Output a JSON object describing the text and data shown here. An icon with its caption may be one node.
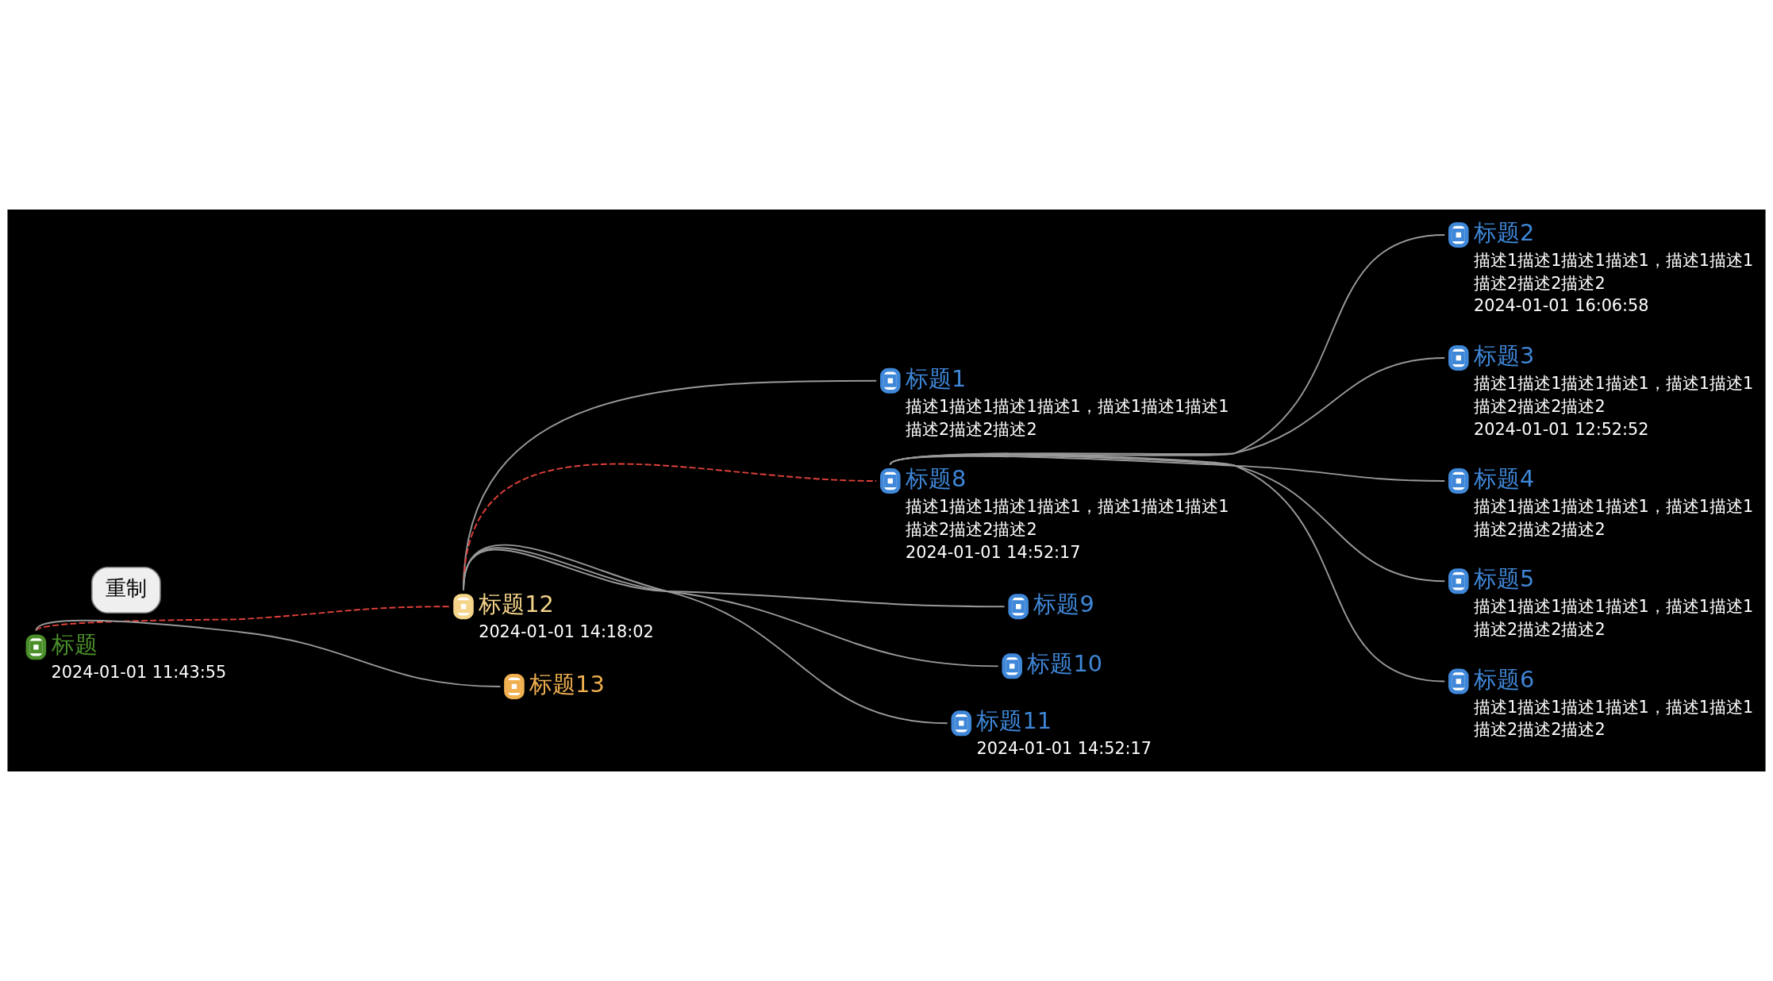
{
  "diagram": {
    "nodes": [
      {
        "text": [
          "标题",
          "2024-01-01 11:43:55"
        ]
      },
      {
        "text": [
          "标题12",
          "2024-01-01 14:18:02"
        ]
      },
      {
        "text": [
          "标题13"
        ]
      },
      {
        "text": [
          "标题1",
          "描述1描述1描述1描述1，描述1描述1描述1",
          "描述2描述2描述2"
        ]
      },
      {
        "text": [
          "标题8",
          "描述1描述1描述1描述1，描述1描述1描述1",
          "描述2描述2描述2",
          "2024-01-01 14:52:17"
        ]
      },
      {
        "text": [
          "标题9"
        ]
      },
      {
        "text": [
          "标题10"
        ]
      },
      {
        "text": [
          "标题11",
          "2024-01-01 14:52:17"
        ]
      },
      {
        "text": [
          "标题2",
          "描述1描述1描述1描述1，描述1描述1",
          "描述2描述2描述2",
          "2024-01-01 16:06:58"
        ]
      },
      {
        "text": [
          "标题3",
          "描述1描述1描述1描述1，描述1描述1",
          "描述2描述2描述2",
          "2024-01-01 12:52:52"
        ]
      },
      {
        "text": [
          "标题4",
          "描述1描述1描述1描述1，描述1描述1",
          "描述2描述2描述2"
        ]
      },
      {
        "text": [
          "标题5",
          "描述1描述1描述1描述1，描述1描述1",
          "描述2描述2描述2"
        ]
      },
      {
        "text": [
          "标题6",
          "描述1描述1描述1描述1，描述1描述1",
          "描述2描述2描述2"
        ]
      }
    ],
    "edges": [
      {
        "from": 0,
        "to": 1,
        "arrow": "none",
        "style": "dashed",
        "color": "#e0403a"
      },
      {
        "from": 0,
        "to": 2,
        "arrow": "none"
      },
      {
        "from": 1,
        "to": 3,
        "arrow": "none"
      },
      {
        "from": 1,
        "to": 4,
        "arrow": "none",
        "style": "dashed",
        "color": "#e0403a"
      },
      {
        "from": 1,
        "to": 5,
        "arrow": "none"
      },
      {
        "from": 1,
        "to": 6,
        "arrow": "none"
      },
      {
        "from": 1,
        "to": 7,
        "arrow": "none"
      },
      {
        "from": 4,
        "to": 8,
        "arrow": "none"
      },
      {
        "from": 4,
        "to": 9,
        "arrow": "none"
      },
      {
        "from": 4,
        "to": 10,
        "arrow": "none"
      },
      {
        "from": 4,
        "to": 11,
        "arrow": "none"
      },
      {
        "from": 4,
        "to": 12,
        "arrow": "none"
      }
    ],
    "labels": [
      "重制"
    ]
  }
}
